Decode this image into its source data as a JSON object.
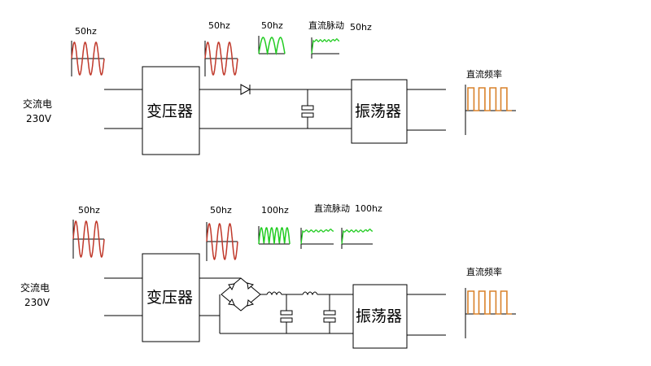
{
  "colors": {
    "ac_wave": "#c0392b",
    "rectified_wave": "#22cc22",
    "square_wave": "#d9822b",
    "line": "#000000"
  },
  "top": {
    "source_label_1": "交流电",
    "source_label_2": "230V",
    "transformer_label": "变压器",
    "oscillator_label": "振荡器",
    "input_freq": "50hz",
    "transformer_out_freq": "50hz",
    "rectified_freq": "50hz",
    "pulsating_dc_label": "直流脉动",
    "pulsating_dc_freq": "50hz",
    "output_label": "直流频率"
  },
  "bottom": {
    "source_label_1": "交流电",
    "source_label_2": "230V",
    "transformer_label": "变压器",
    "oscillator_label": "振荡器",
    "input_freq": "50hz",
    "transformer_out_freq": "50hz",
    "rectified_freq": "100hz",
    "pulsating_dc_label": "直流脉动",
    "pulsating_dc_freq": "100hz",
    "output_label": "直流频率"
  }
}
